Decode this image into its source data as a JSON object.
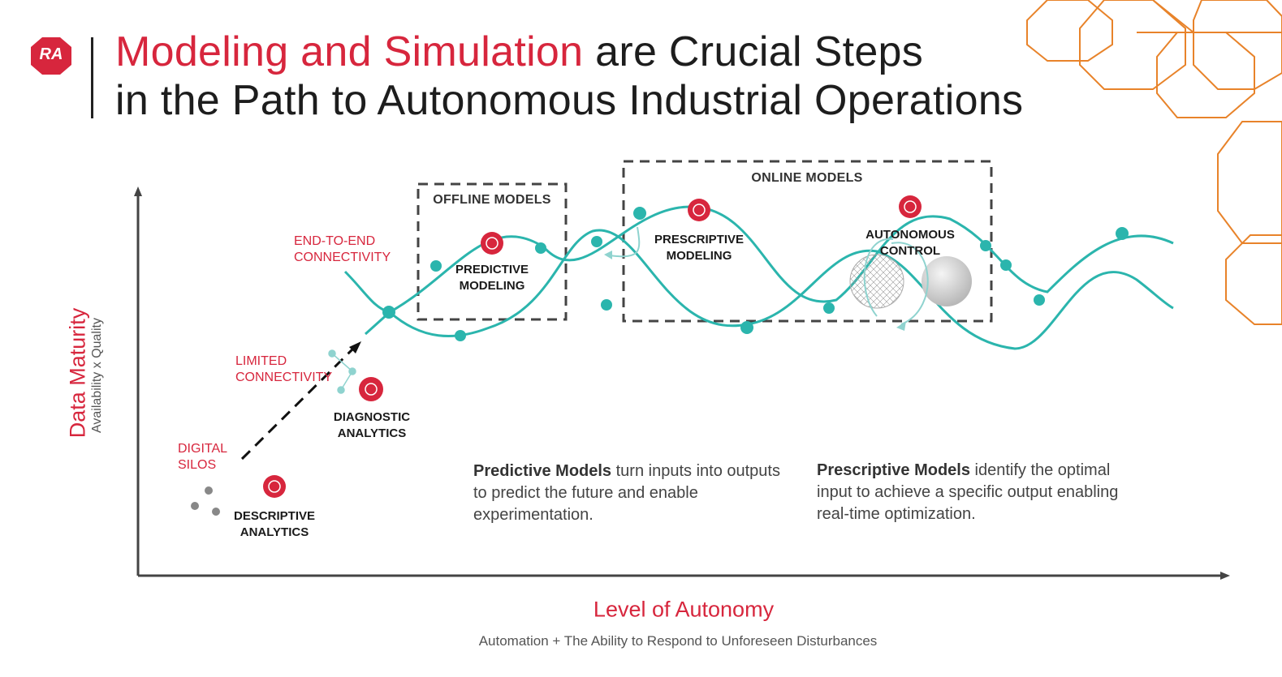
{
  "logo": {
    "text": "RA",
    "color": "#d7263d"
  },
  "title": {
    "highlight": "Modeling and Simulation",
    "rest1": " are Crucial Steps",
    "line2": "in the Path to Autonomous Industrial Operations"
  },
  "axes": {
    "y_title": "Data Maturity",
    "y_subtitle": "Availability x Quality",
    "x_title": "Level of Autonomy",
    "x_subtitle": "Automation + The Ability to Respond to Unforeseen Disturbances"
  },
  "connectivity_labels": {
    "digital_silos": [
      "DIGITAL",
      "SILOS"
    ],
    "limited": [
      "LIMITED",
      "CONNECTIVITY"
    ],
    "end_to_end": [
      "END-TO-END",
      "CONNECTIVITY"
    ]
  },
  "stages": {
    "descriptive": [
      "DESCRIPTIVE",
      "ANALYTICS"
    ],
    "diagnostic": [
      "DIAGNOSTIC",
      "ANALYTICS"
    ],
    "predictive": [
      "PREDICTIVE",
      "MODELING"
    ],
    "prescriptive": [
      "PRESCRIPTIVE",
      "MODELING"
    ],
    "autonomous": [
      "AUTONOMOUS",
      "CONTROL"
    ]
  },
  "boxes": {
    "offline": "OFFLINE MODELS",
    "online": "ONLINE MODELS"
  },
  "descriptions": {
    "predictive": {
      "bold": "Predictive Models",
      "text": " turn inputs into outputs to predict the future and enable experimentation."
    },
    "prescriptive": {
      "bold": "Prescriptive Models",
      "text": " identify the optimal input to achieve a specific output enabling real-time optimization."
    }
  },
  "colors": {
    "accent_red": "#d7263d",
    "teal": "#2bb5ad",
    "orange_pattern": "#e8832a",
    "axis": "#444444"
  }
}
